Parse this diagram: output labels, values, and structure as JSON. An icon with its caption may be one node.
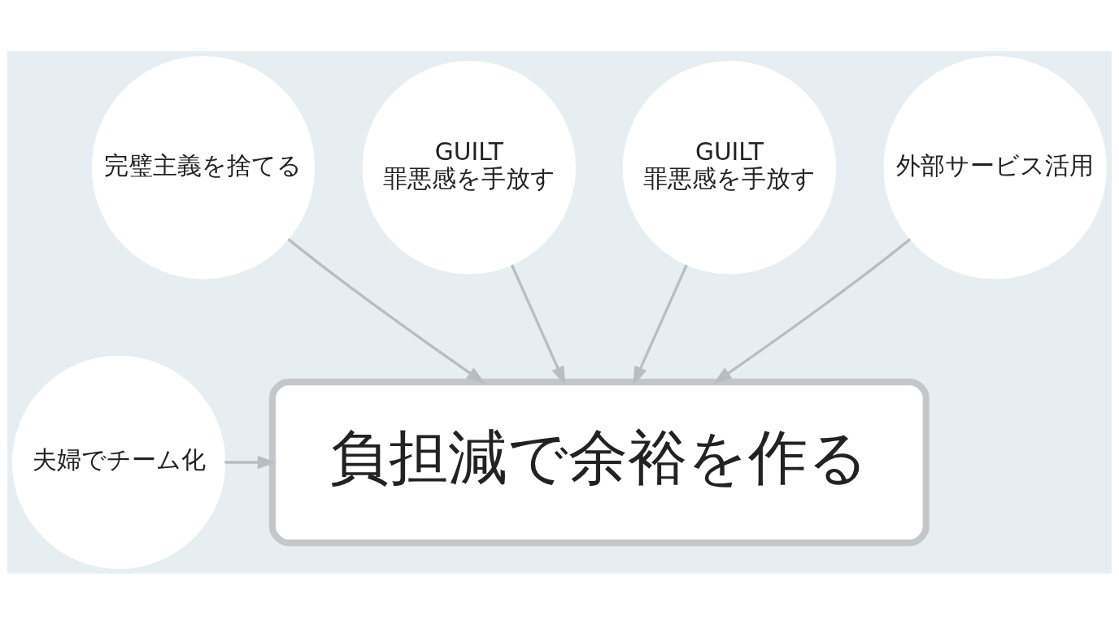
{
  "diagram": {
    "nodes": [
      {
        "text": [
          "完璧主義を捨てる"
        ]
      },
      {
        "text": [
          "GUILT",
          "罪悪感を手放す"
        ]
      },
      {
        "text": [
          "GUILT",
          "罪悪感を手放す"
        ]
      },
      {
        "text": [
          "外部サービス活用"
        ]
      },
      {
        "text": [
          "夫婦でチーム化"
        ]
      },
      {
        "text": [
          "負担減で余裕を作る"
        ]
      }
    ],
    "edges": [
      {
        "from": 0,
        "to": 5,
        "arrow": "to"
      },
      {
        "from": 1,
        "to": 5,
        "arrow": "to"
      },
      {
        "from": 2,
        "to": 5,
        "arrow": "to"
      },
      {
        "from": 3,
        "to": 5,
        "arrow": "to"
      },
      {
        "from": 4,
        "to": 5,
        "arrow": "to"
      }
    ]
  }
}
